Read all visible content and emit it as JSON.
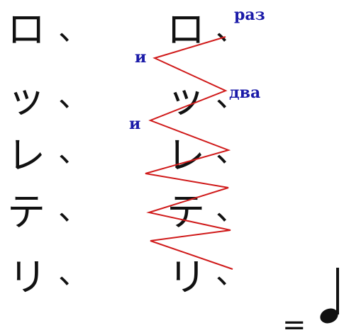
{
  "left_column": {
    "glyphs": [
      "ロ",
      "ッ",
      "レ",
      "テ",
      "リ"
    ],
    "mark": "、"
  },
  "right_column": {
    "glyphs": [
      "ロ",
      "ッ",
      "レ",
      "テ",
      "リ"
    ],
    "mark": "、"
  },
  "count_labels": {
    "one": "раз",
    "and_1": "и",
    "two": "два",
    "and_2": "и"
  },
  "equation": {
    "equals": "=",
    "note_icon": "quarter-note-icon"
  },
  "colors": {
    "ink": "#111111",
    "label": "#1a1aa8",
    "zigzag": "#d01a1a"
  }
}
